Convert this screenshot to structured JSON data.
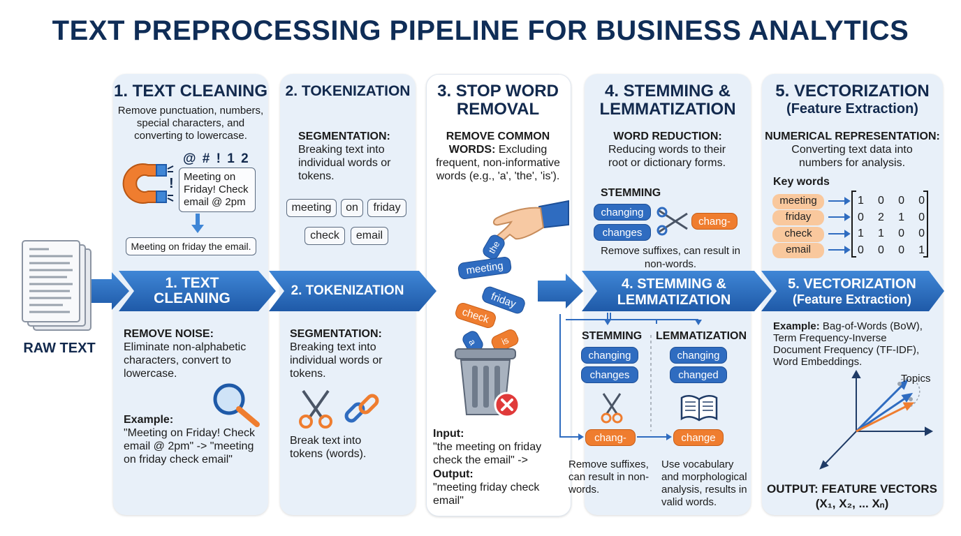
{
  "title": "TEXT PREPROCESSING PIPELINE FOR BUSINESS ANALYTICS",
  "raw_text_label": "RAW TEXT",
  "colors": {
    "navy": "#0f2d57",
    "blue": "#2f6cc0",
    "orange": "#ef7d2f",
    "panel": "#e8f0f9"
  },
  "stage1": {
    "title": "1. TEXT CLEANING",
    "desc": "Remove punctuation, numbers, special characters, and converting to lowercase.",
    "symbols": "@ # ! 1 2",
    "sample_in": "Meeting on Friday! Check email @ 2pm",
    "sample_out": "Meeting on friday the email.",
    "arrow_label_1": "1. TEXT",
    "arrow_label_2": "CLEANING",
    "noise_head": "REMOVE NOISE:",
    "noise_text": "Eliminate non-alphabetic characters, convert to lowercase.",
    "example_head": "Example:",
    "example_text": "\"Meeting on Friday! Check email @ 2pm\" -> \"meeting on friday check email\""
  },
  "stage2": {
    "title": "2. TOKENIZATION",
    "seg_head": "SEGMENTATION:",
    "seg_text": "Breaking text into individual words or tokens.",
    "tokens": [
      "meeting",
      "on",
      "friday",
      "check",
      "email"
    ],
    "arrow_label": "2. TOKENIZATION",
    "seg2_head": "SEGMENTATION:",
    "seg2_text": "Breaking text into individual words or tokens.",
    "bottom_text": "Break text into tokens (words)."
  },
  "stage3": {
    "title_1": "3. STOP WORD",
    "title_2": "REMOVAL",
    "head": "REMOVE COMMON WORDS:",
    "text": "Excluding frequent, non-informative words (e.g., 'a', 'the', 'is').",
    "words": {
      "meeting": "meeting",
      "friday": "friday",
      "check": "check",
      "the": "the",
      "is": "is",
      "a": "a"
    },
    "input_head": "Input:",
    "input_text": "\"the meeting on friday check the email\" ->",
    "output_head": "Output:",
    "output_text": "\"meeting friday check email\""
  },
  "stage4": {
    "title_1": "4. STEMMING &",
    "title_2": "LEMMATIZATION",
    "head": "WORD REDUCTION:",
    "text": "Reducing words to their root or dictionary forms.",
    "stem_label": "STEMMING",
    "stem_words": [
      "changing",
      "changes"
    ],
    "stem_result": "chang-",
    "stem_note": "Remove suffixes, can result in non-words.",
    "arrow_label_1": "4. STEMMING &",
    "arrow_label_2": "LEMMATIZATION",
    "col_stem": "STEMMING",
    "col_lemma": "LEMMATIZATION",
    "stem_col_words": [
      "changing",
      "changes"
    ],
    "lemma_col_words": [
      "changing",
      "changed"
    ],
    "stem_out": "chang-",
    "lemma_out": "change",
    "stem_desc": "Remove suffixes, can result in non-words.",
    "lemma_desc": "Use vocabulary and morphological analysis, results in valid words."
  },
  "stage5": {
    "title_1": "5. VECTORIZATION",
    "title_2": "(Feature Extraction)",
    "head": "NUMERICAL REPRESENTATION:",
    "text": "Converting text data into numbers for analysis.",
    "keywords_label": "Key words",
    "keywords": [
      "meeting",
      "friday",
      "check",
      "email"
    ],
    "matrix": [
      [
        "1",
        "0",
        "0",
        "0"
      ],
      [
        "0",
        "2",
        "1",
        "0"
      ],
      [
        "1",
        "1",
        "0",
        "0"
      ],
      [
        "0",
        "0",
        "0",
        "1"
      ]
    ],
    "arrow_label_1": "5. VECTORIZATION",
    "arrow_label_2": "(Feature Extraction)",
    "example_head": "Example:",
    "example_text": "Bag-of-Words (BoW), Term Frequency-Inverse Document Frequency (TF-IDF), Word Embeddings.",
    "topics": "Topics",
    "output": "OUTPUT: FEATURE VECTORS",
    "output_formula": "(X₁, X₂, ... Xₙ)"
  }
}
